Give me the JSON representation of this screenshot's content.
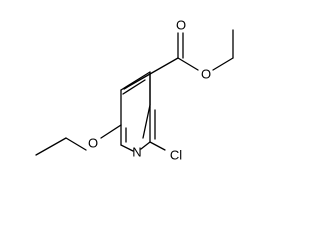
{
  "molecule": {
    "atoms": {
      "carbonyl_oxygen": "O",
      "ester_oxygen": "O",
      "ether_oxygen": "O",
      "ring_nitrogen": "N",
      "chlorine": "Cl"
    }
  },
  "colors": {
    "bond": "#000000",
    "label": "#000000",
    "background": "#ffffff"
  }
}
